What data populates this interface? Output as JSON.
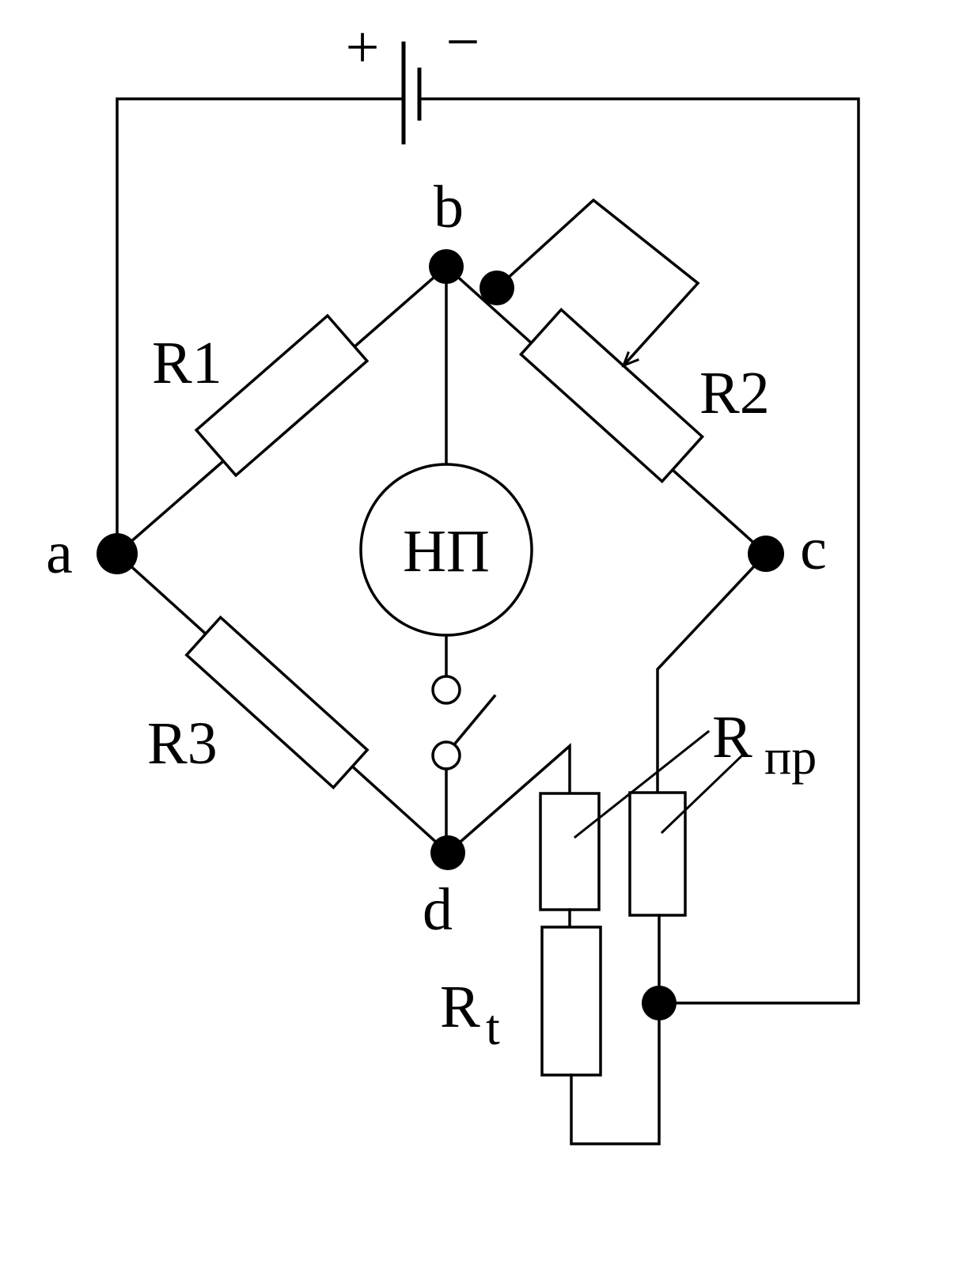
{
  "battery": {
    "plus": "+",
    "minus": "−"
  },
  "nodes": {
    "a": "a",
    "b": "b",
    "c": "c",
    "d": "d"
  },
  "resistors": {
    "r1": "R1",
    "r2": "R2",
    "r3": "R3",
    "rt_main": "R",
    "rt_sub": "t",
    "rpr_main": "R",
    "rpr_sub": "пр"
  },
  "indicator": {
    "label": "НП"
  }
}
